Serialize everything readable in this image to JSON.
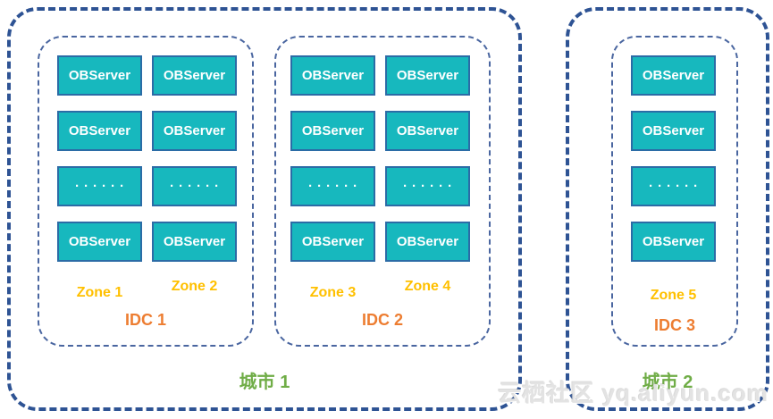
{
  "watermark": {
    "text": "云栖社区 yq.aliyun.com"
  },
  "colors": {
    "server_fill": "#17b8be",
    "server_border": "#2b6ca6",
    "server_text": "#ffffff",
    "city_border": "#2e5394",
    "idc_border": "#4a66a0",
    "zone_label": "#ffc000",
    "idc_label": "#ed7d31",
    "city_label": "#70ad47",
    "background": "#ffffff"
  },
  "cities": [
    {
      "label": "城市 1",
      "idcs": [
        {
          "label": "IDC 1",
          "zones": [
            {
              "label": "Zone 1",
              "servers": [
                "OBServer",
                "OBServer",
                "······",
                "OBServer"
              ]
            },
            {
              "label": "Zone 2",
              "servers": [
                "OBServer",
                "OBServer",
                "······",
                "OBServer"
              ]
            }
          ]
        },
        {
          "label": "IDC 2",
          "zones": [
            {
              "label": "Zone 3",
              "servers": [
                "OBServer",
                "OBServer",
                "······",
                "OBServer"
              ]
            },
            {
              "label": "Zone 4",
              "servers": [
                "OBServer",
                "OBServer",
                "······",
                "OBServer"
              ]
            }
          ]
        }
      ]
    },
    {
      "label": "城市 2",
      "idcs": [
        {
          "label": "IDC 3",
          "zones": [
            {
              "label": "Zone 5",
              "servers": [
                "OBServer",
                "OBServer",
                "······",
                "OBServer"
              ]
            }
          ]
        }
      ]
    }
  ]
}
